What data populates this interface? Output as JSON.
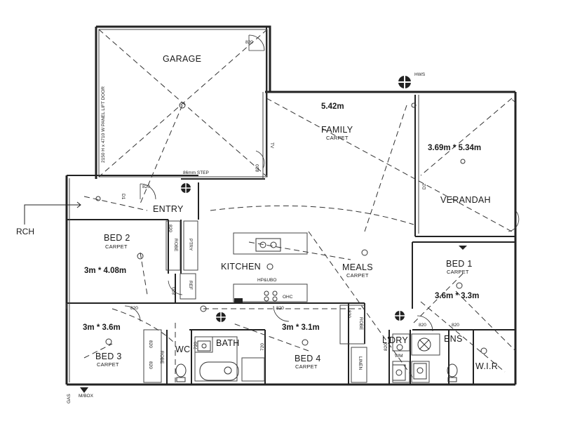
{
  "rooms": {
    "garage": "GARAGE",
    "family": "FAMILY",
    "family_floor": "CARPET",
    "verandah": "VERANDAH",
    "entry": "ENTRY",
    "bed2": "BED 2",
    "bed2_floor": "CARPET",
    "kitchen": "KITCHEN",
    "meals": "MEALS",
    "meals_floor": "CARPET",
    "bed1": "BED 1",
    "bed1_floor": "CARPET",
    "bed3": "BED 3",
    "bed3_floor": "CARPET",
    "bed4": "BED 4",
    "bed4_floor": "CARPET",
    "wc": "WC",
    "bath": "BATH",
    "ldry": "L'DRY",
    "ens": "ENS",
    "wir": "W.I.R"
  },
  "dimensions": {
    "family": "5.42m",
    "verandah": "3.69m * 5.34m",
    "bed2": "3m * 4.08m",
    "bed1": "3.6m * 3.3m",
    "bed3": "3m * 3.6m",
    "bed4": "3m * 3.1m"
  },
  "fixtures": {
    "garage_door": "2150 H x 4710 W PANEL LIFT DOOR",
    "step": "86mm STEP",
    "tv": "TV",
    "hws": "HWS",
    "ptry": "PTRY",
    "robe_bed2": "ROBE",
    "ref": "REF",
    "hp_ubo": "HP&UBO",
    "ohc": "OHC",
    "robe_bed3": "ROBE",
    "robe_bed4": "ROBE",
    "linen": "LINEN",
    "wm": "WM",
    "mbox": "M/BOX",
    "gas": "GAS",
    "d1": "D1",
    "d2": "D2"
  },
  "door_widths": {
    "garage_top": "820",
    "garage_side": "820",
    "entry": "820",
    "bed2": "820",
    "bed2_side": "820",
    "bed3": "820",
    "bed3_robe": "820",
    "bed2_robe": "820",
    "bed4": "820",
    "bed4_robe": "820",
    "bed1": "820",
    "ens": "820",
    "bath": "720",
    "wc": "720",
    "ldry": "820"
  },
  "annotations": {
    "rch": "RCH"
  }
}
